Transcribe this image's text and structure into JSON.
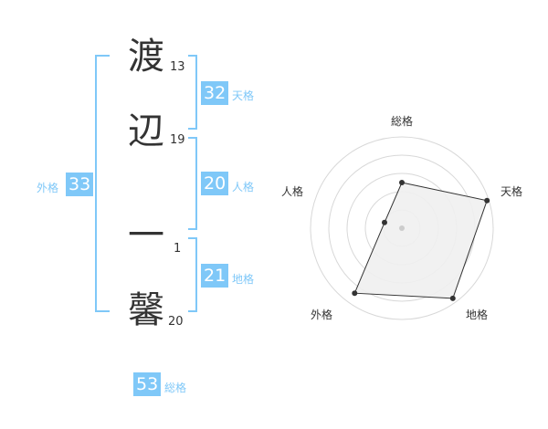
{
  "characters": [
    {
      "char": "渡",
      "strokes": "13"
    },
    {
      "char": "辺",
      "strokes": "19"
    },
    {
      "char": "一",
      "strokes": "1"
    },
    {
      "char": "馨",
      "strokes": "20"
    }
  ],
  "kakusu": {
    "tenkaku": {
      "value": "32",
      "label": "天格"
    },
    "jinkaku": {
      "value": "20",
      "label": "人格"
    },
    "chikaku": {
      "value": "21",
      "label": "地格"
    },
    "gaikaku": {
      "value": "33",
      "label": "外格"
    },
    "soukaku": {
      "value": "53",
      "label": "総格"
    }
  },
  "chart_data": {
    "type": "radar",
    "axes": [
      "総格",
      "天格",
      "地格",
      "外格",
      "人格"
    ],
    "values": [
      0.5,
      0.98,
      0.95,
      0.88,
      0.2
    ],
    "range": [
      0,
      1
    ],
    "rings": 5,
    "grid": true,
    "colors": {
      "fill": "#f0f0f0",
      "stroke": "#333333",
      "grid": "#d8d8d8",
      "center": "#cccccc"
    }
  },
  "colors": {
    "accent": "#7fc8f8",
    "text": "#333333"
  }
}
